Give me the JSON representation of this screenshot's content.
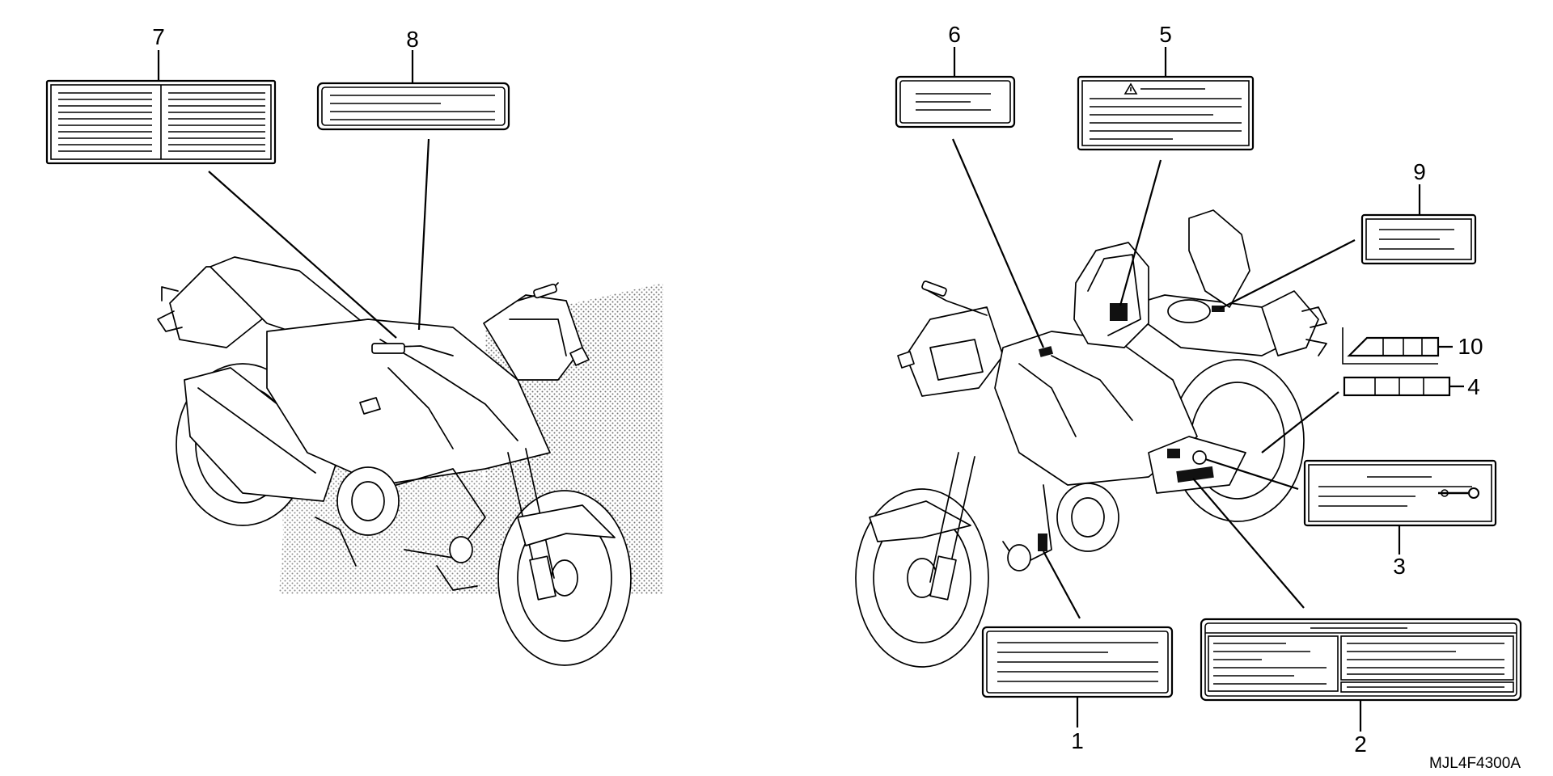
{
  "diagram": {
    "part_code": "MJL4F4300A",
    "callouts": [
      {
        "id": "1",
        "label": "1"
      },
      {
        "id": "2",
        "label": "2"
      },
      {
        "id": "3",
        "label": "3"
      },
      {
        "id": "4",
        "label": "4"
      },
      {
        "id": "5",
        "label": "5"
      },
      {
        "id": "6",
        "label": "6"
      },
      {
        "id": "7",
        "label": "7"
      },
      {
        "id": "8",
        "label": "8"
      },
      {
        "id": "9",
        "label": "9"
      },
      {
        "id": "10",
        "label": "10"
      }
    ],
    "icons": {
      "warning_symbol": "warning-triangle-icon"
    }
  }
}
